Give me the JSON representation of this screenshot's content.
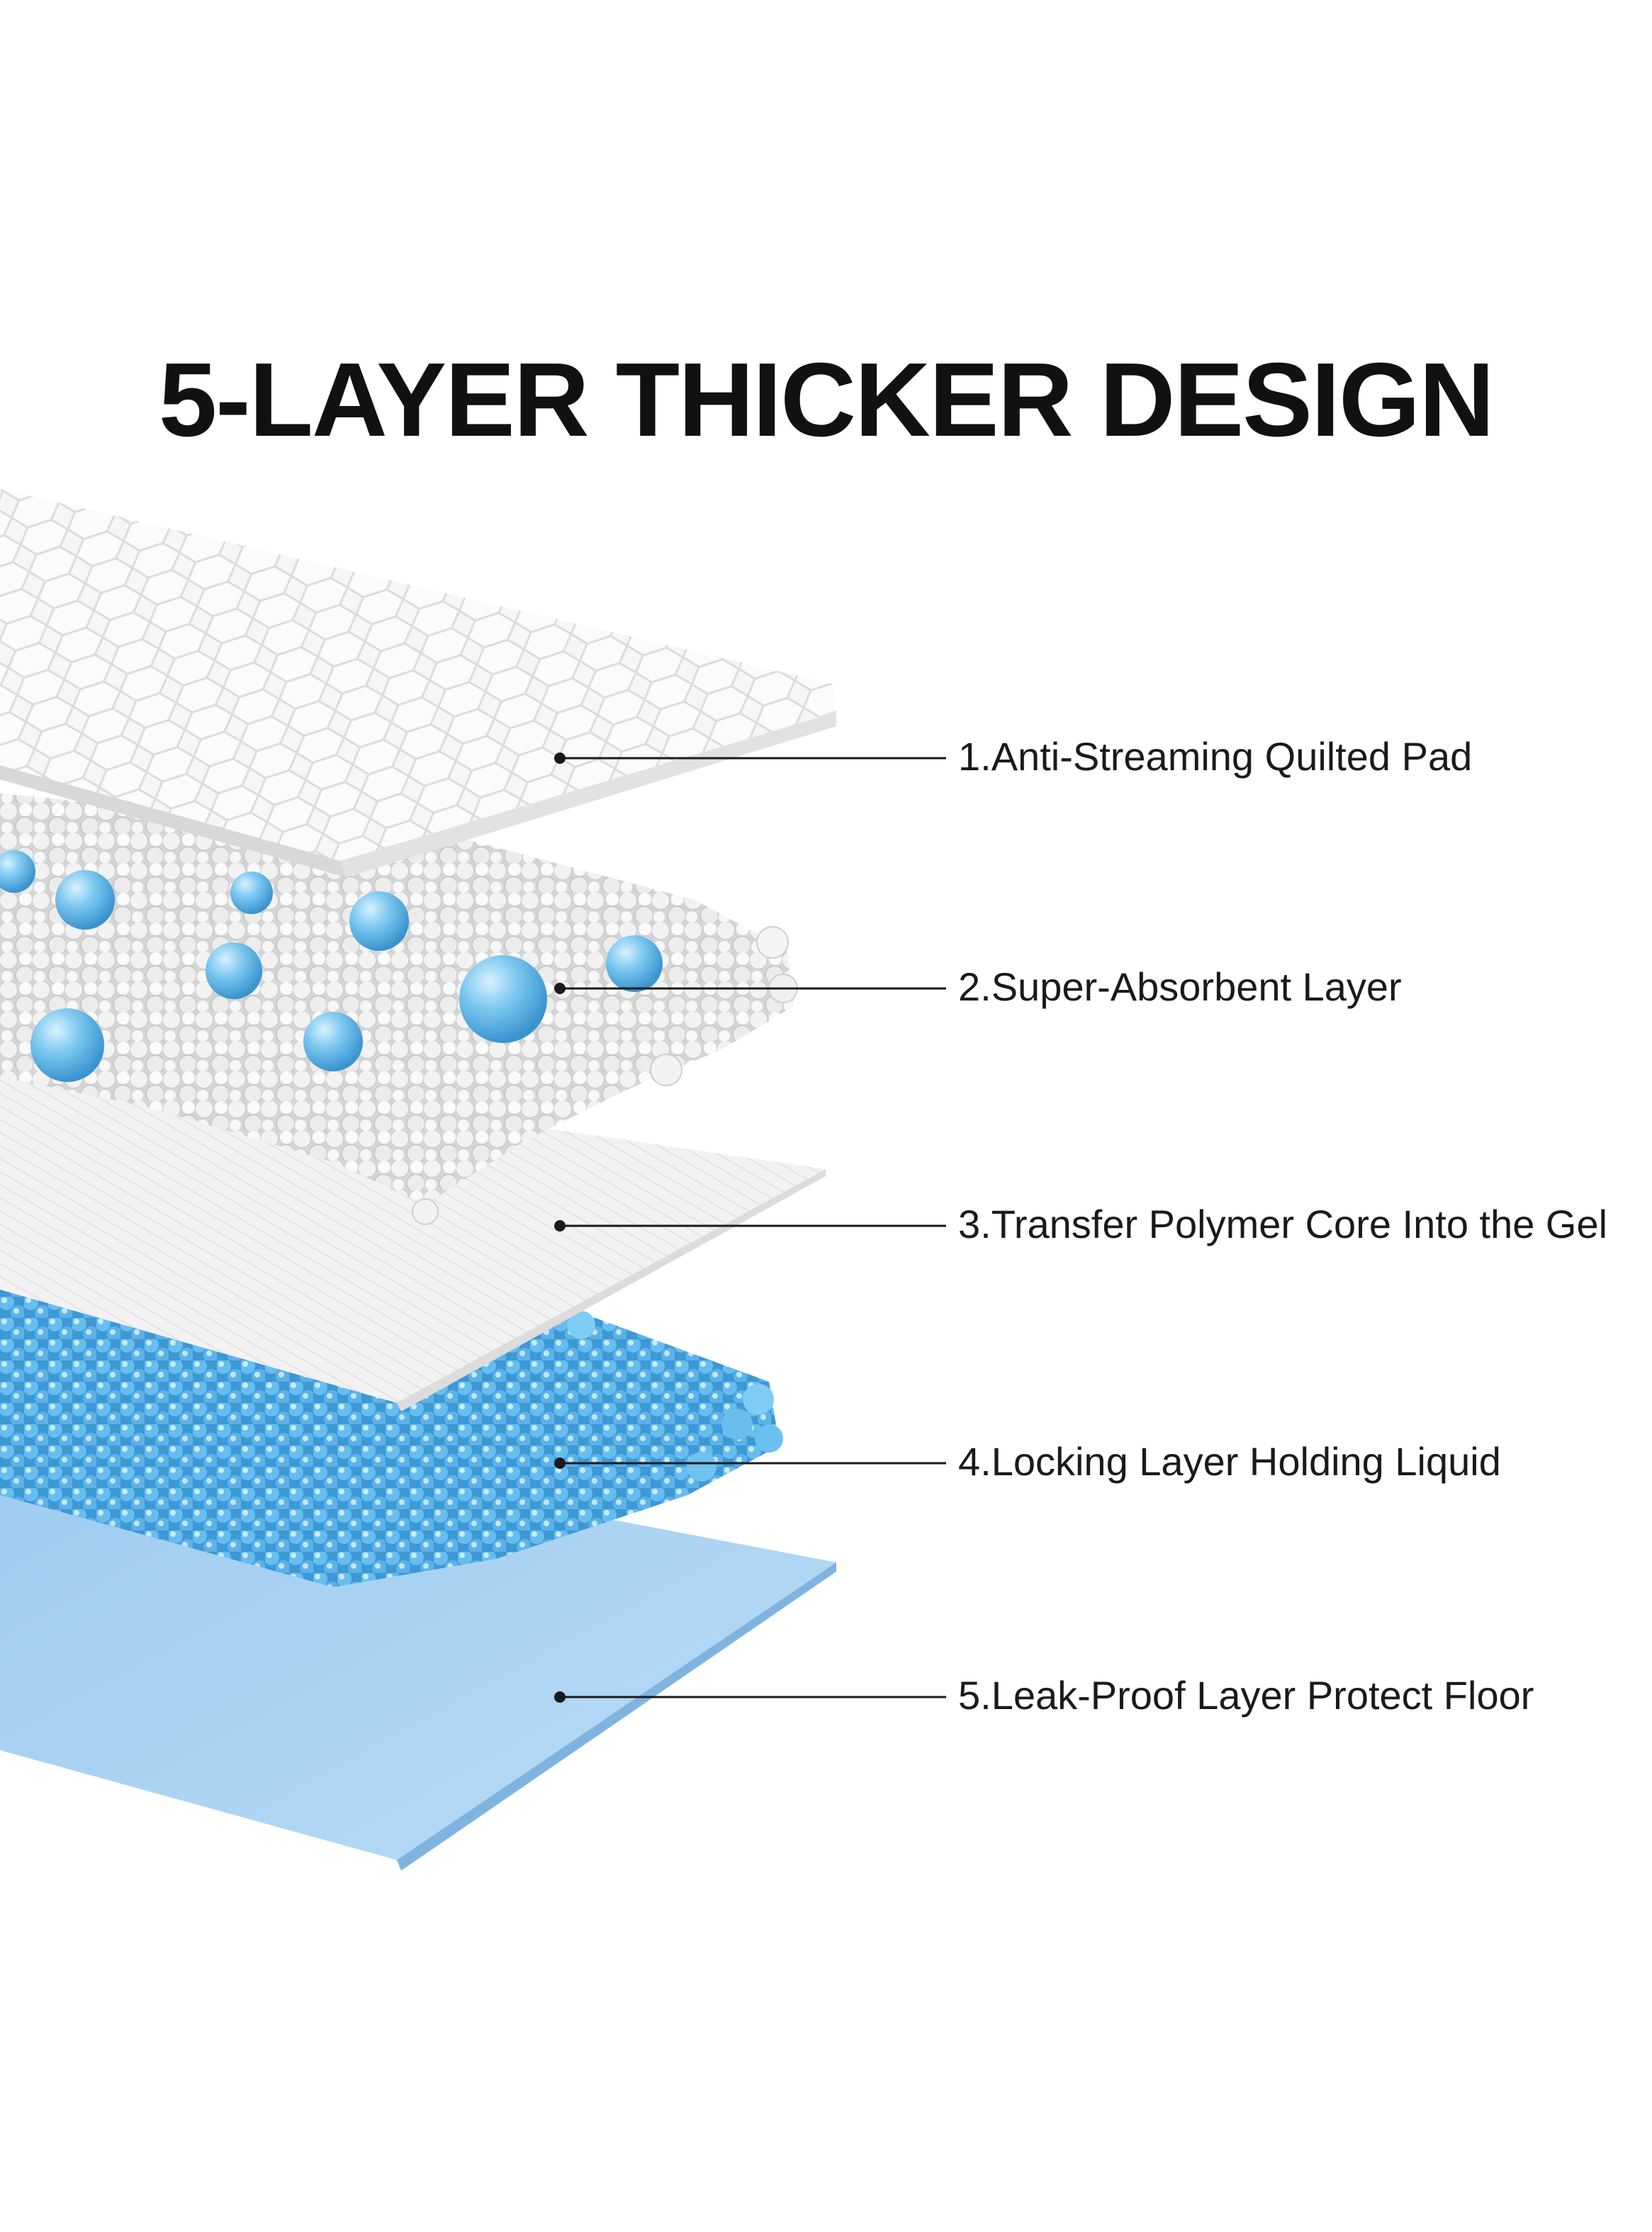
{
  "title": "5-LAYER THICKER DESIGN",
  "layers": [
    {
      "label": "1.Anti-Streaming Quilted Pad"
    },
    {
      "label": "2.Super-Absorbent Layer"
    },
    {
      "label": "3.Transfer Polymer Core Into the Gel"
    },
    {
      "label": "4.Locking Layer Holding Liquid"
    },
    {
      "label": "5.Leak-Proof Layer Protect Floor"
    }
  ],
  "colors": {
    "background": "#ffffff",
    "title": "#111111",
    "quilted_pad": "#f4f4f4",
    "absorbent_beads": "#e8e8e8",
    "gel_beads": "#6ec3ef",
    "transfer_sheet": "#f1f1f1",
    "locking_beads": "#5cb4ea",
    "leak_proof_sheet": "#a7d3f2"
  }
}
